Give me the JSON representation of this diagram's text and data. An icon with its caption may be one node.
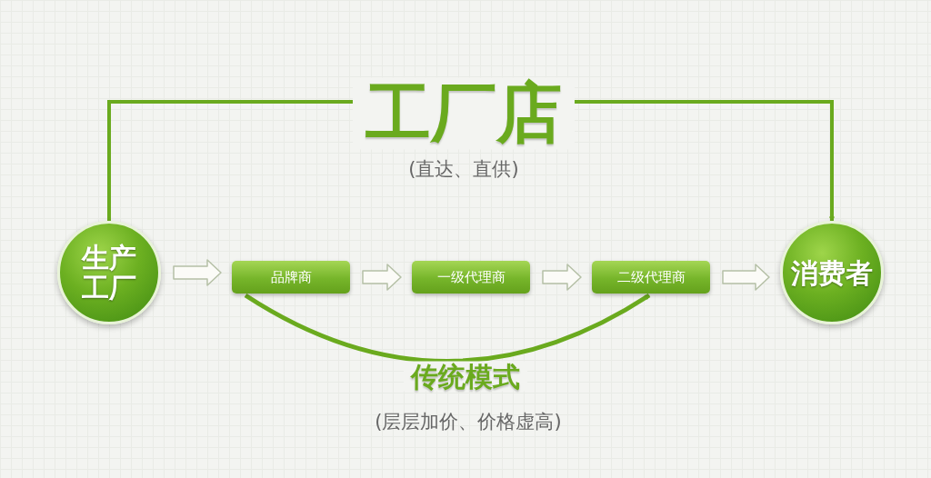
{
  "diagram": {
    "nodes": [
      {
        "text": [
          "生产工厂"
        ]
      },
      {
        "text": [
          "品牌商"
        ]
      },
      {
        "text": [
          "一级代理商"
        ]
      },
      {
        "text": [
          "二级代理商"
        ]
      },
      {
        "text": [
          "消费者"
        ]
      }
    ],
    "edges": [
      {
        "from": 0,
        "to": 4,
        "arrow": "to",
        "label": "工厂店"
      },
      {
        "from": 0,
        "to": 1,
        "arrow": "to"
      },
      {
        "from": 1,
        "to": 2,
        "arrow": "to"
      },
      {
        "from": 2,
        "to": 3,
        "arrow": "to"
      },
      {
        "from": 3,
        "to": 4,
        "arrow": "to"
      },
      {
        "from": 1,
        "to": 3,
        "arrow": "to",
        "label": "传统模式"
      }
    ],
    "labels": [
      "(直达、直供)",
      "(层层加价、价格虚高)"
    ]
  }
}
